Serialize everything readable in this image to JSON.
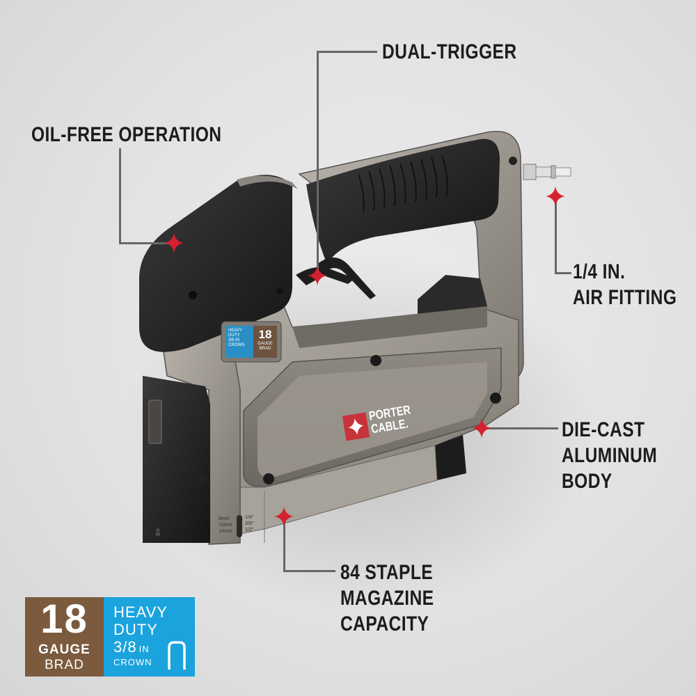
{
  "colors": {
    "background": "#e4e4e4",
    "callout_text": "#1c1c1c",
    "leader_line": "#666666",
    "marker_red": "#d42030",
    "badge_brown": "#7b5a3e",
    "badge_blue": "#1aa3dd",
    "tool_metal": "#9c978f",
    "tool_black": "#222222",
    "brand_red": "#c8323a"
  },
  "callouts": [
    {
      "id": "oil-free",
      "lines": [
        "OIL-FREE OPERATION"
      ]
    },
    {
      "id": "dual-trigger",
      "lines": [
        "DUAL-TRIGGER"
      ]
    },
    {
      "id": "air-fitting",
      "lines": [
        "1/4 IN.",
        "AIR FITTING"
      ]
    },
    {
      "id": "body",
      "lines": [
        "DIE-CAST",
        "ALUMINUM",
        "BODY"
      ]
    },
    {
      "id": "magazine",
      "lines": [
        "84 STAPLE",
        "MAGAZINE",
        "CAPACITY"
      ]
    }
  ],
  "product": {
    "brand_line1": "PORTER",
    "brand_line2": "CABLE.",
    "side_label": {
      "left": [
        "HEAVY",
        "DUTY",
        "3/8 IN",
        "CROWN"
      ],
      "right_number": "18",
      "right_text": [
        "GAUGE",
        "BRAD"
      ]
    },
    "depth_scale": {
      "metric": [
        "6mm",
        "10mm",
        "14mm"
      ],
      "imperial": [
        "1/4\"",
        "3/8\"",
        "1/2\""
      ]
    }
  },
  "badge": {
    "number": "18",
    "gauge": "GAUGE",
    "type": "BRAD",
    "line1": "HEAVY",
    "line2": "DUTY",
    "line3_main": "3/8",
    "line3_unit": "IN",
    "line4": "CROWN",
    "icon": "staple-icon"
  }
}
